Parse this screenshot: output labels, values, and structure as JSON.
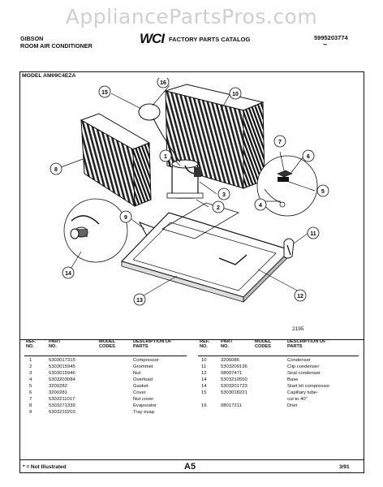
{
  "watermark": "AppliancePartsPros.com",
  "header": {
    "brand": "GIBSON",
    "subtitle": "ROOM AIR CONDITIONER",
    "logo": "WCI",
    "catalog_title": "FACTORY PARTS CATALOG",
    "catalog_number": "5995203774",
    "catalog_mark": "~"
  },
  "model_label": "MODEL AM09C4EZA",
  "diagram": {
    "callouts": [
      "1",
      "2",
      "3",
      "4",
      "5",
      "6",
      "7",
      "8",
      "9",
      "10",
      "11",
      "12",
      "13",
      "14",
      "15",
      "16"
    ],
    "figure_code": "2195"
  },
  "table": {
    "headers": {
      "ref": "REF. NO.",
      "part": "PART NO.",
      "model": "MODEL CODES",
      "desc": "DESCRIPTION OF PARTS"
    },
    "left_rows": [
      {
        "ref": "1",
        "part": "5303017315",
        "desc": "Compressor"
      },
      {
        "ref": "2",
        "part": "5303015945",
        "desc": "Grommet"
      },
      {
        "ref": "3",
        "part": "5303015946",
        "desc": "Nut"
      },
      {
        "ref": "4",
        "part": "5303203084",
        "desc": "Overload"
      },
      {
        "ref": "5",
        "part": "3200282",
        "desc": "Gasket"
      },
      {
        "ref": "6",
        "part": "3200281",
        "desc": "Cover"
      },
      {
        "ref": "7",
        "part": "5303211017",
        "desc": "Nut cover"
      },
      {
        "ref": "8",
        "part": "5303271339",
        "desc": "Evaporator"
      },
      {
        "ref": "9",
        "part": "5303210203",
        "desc": "Tray evap"
      }
    ],
    "right_rows": [
      {
        "ref": "10",
        "part": "3206086",
        "desc": "Condenser"
      },
      {
        "ref": "11",
        "part": "5303209136",
        "desc": "Clip condenser"
      },
      {
        "ref": "12",
        "part": "08007471",
        "desc": "Seal condenser"
      },
      {
        "ref": "14",
        "part": "5303210550",
        "desc": "Base"
      },
      {
        "ref": "14",
        "part": "5303201723",
        "desc": "Start kit compressor"
      },
      {
        "ref": "15",
        "part": "5303018221",
        "desc": "Capillary tube-"
      },
      {
        "ref": "",
        "part": "",
        "desc": "cut to 40\""
      },
      {
        "ref": "16",
        "part": "08017211",
        "desc": "Drier"
      }
    ]
  },
  "footer": {
    "note": "* = Not Illustrated",
    "page": "A5",
    "date": "3/91"
  }
}
